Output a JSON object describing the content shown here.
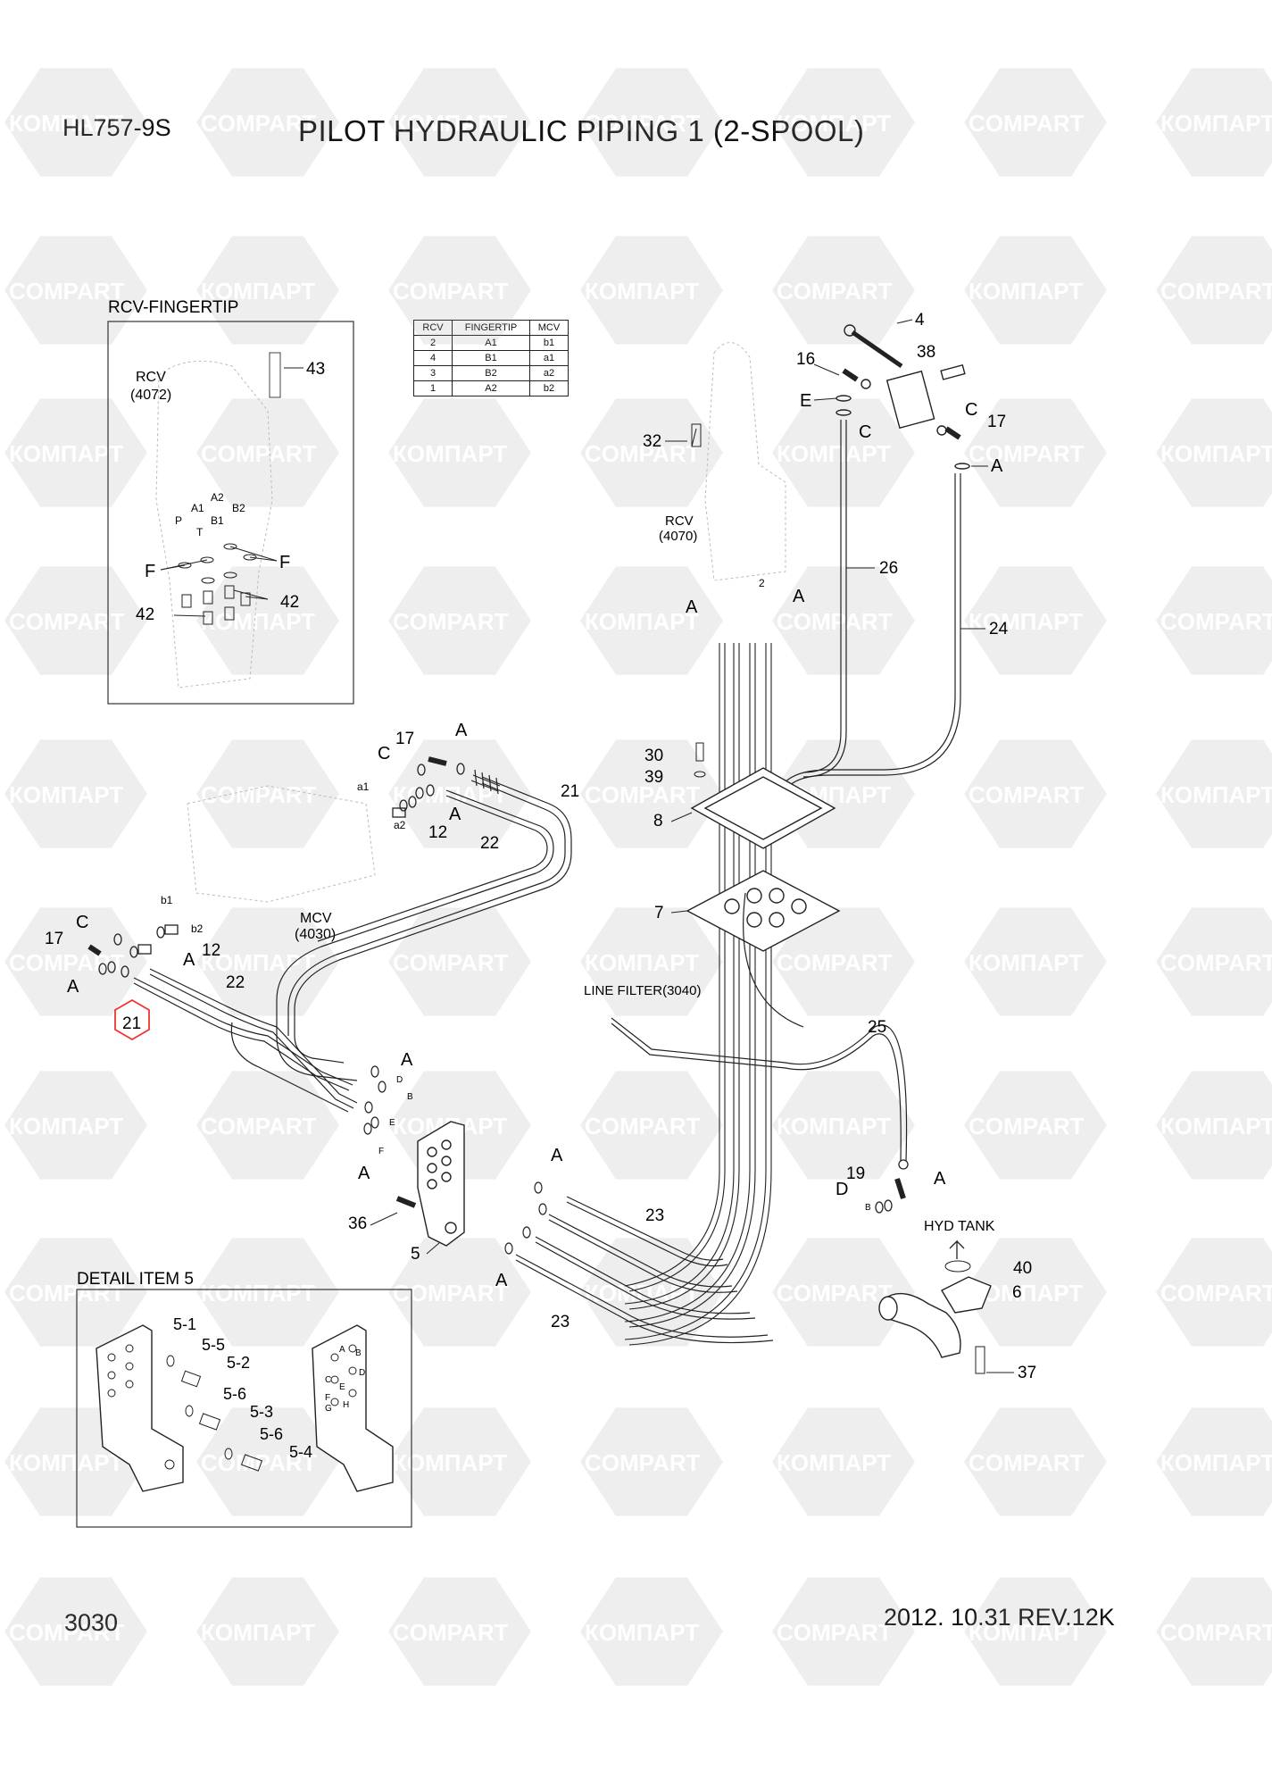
{
  "header": {
    "model": "HL757-9S",
    "title": "PILOT HYDRAULIC PIPING 1 (2-SPOOL)"
  },
  "footer": {
    "page": "3030",
    "date_rev": "2012. 10.31  REV.12K"
  },
  "watermark": {
    "latin": "COMPART",
    "cyrillic": "КОМПАРТ"
  },
  "rcv_box": {
    "title": "RCV-FINGERTIP",
    "rcv_name": "RCV",
    "rcv_code": "(4072)",
    "ports": [
      "A2",
      "A1",
      "B1",
      "B2",
      "P",
      "T"
    ],
    "labels": {
      "f_left": "F",
      "f_right": "F",
      "n42_left": "42",
      "n42_right": "42",
      "n43": "43"
    }
  },
  "port_table": {
    "headers": [
      "RCV",
      "FINGERTIP",
      "MCV"
    ],
    "rows": [
      [
        "2",
        "A1",
        "b1"
      ],
      [
        "4",
        "B1",
        "a1"
      ],
      [
        "3",
        "B2",
        "a2"
      ],
      [
        "1",
        "A2",
        "b2"
      ]
    ]
  },
  "detail_box": {
    "title": "DETAIL ITEM 5",
    "callouts": [
      "5-1",
      "5-5",
      "5-2",
      "5-6",
      "5-3",
      "5-6",
      "5-4"
    ],
    "letters": [
      "C",
      "D",
      "E",
      "F",
      "H",
      "G",
      "B",
      "A"
    ]
  },
  "components": {
    "rcv_main": "RCV",
    "rcv_main_code": "(4070)",
    "mcv": "MCV",
    "mcv_code": "(4030)",
    "line_filter": "LINE FILTER(3040)",
    "hyd_tank": "HYD  TANK"
  },
  "callouts": {
    "n4": "4",
    "n16": "16",
    "n38": "38",
    "E": "E",
    "C": "C",
    "C2": "C",
    "n17": "17",
    "A": "A",
    "n32": "32",
    "n26": "26",
    "n24": "24",
    "n2": "2",
    "n30": "30",
    "n39": "39",
    "n8": "8",
    "n7": "7",
    "n25": "25",
    "n17b": "17",
    "Ab": "A",
    "Cb": "C",
    "a1": "a1",
    "a2": "a2",
    "n12": "12",
    "n21": "21",
    "n22": "22",
    "b1": "b1",
    "b2": "b2",
    "Cc": "C",
    "n17c": "17",
    "n12b": "12",
    "Ac": "A",
    "n22b": "22",
    "n21b": "21",
    "n19": "19",
    "D": "D",
    "Bsm": "B",
    "n40": "40",
    "n6": "6",
    "n37": "37",
    "n36": "36",
    "n5": "5",
    "n23": "23",
    "n23b": "23",
    "Ad": "A"
  }
}
